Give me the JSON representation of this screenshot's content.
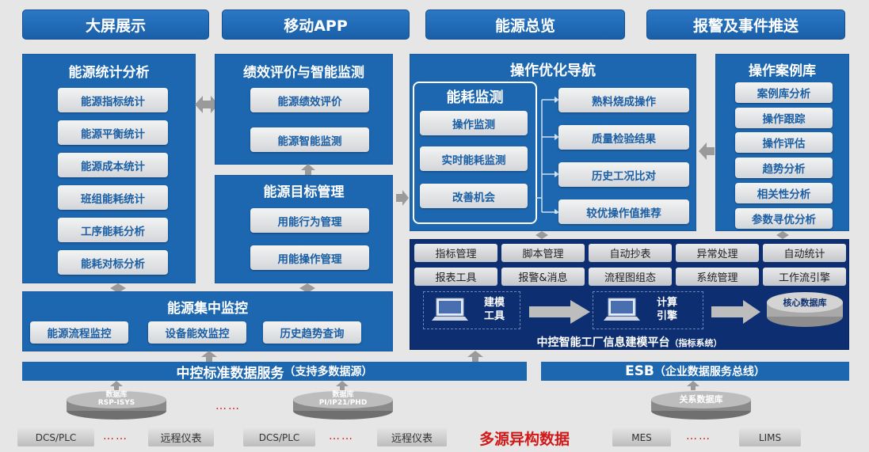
{
  "top_nav": [
    "大屏展示",
    "移动APP",
    "能源总览",
    "报警及事件推送"
  ],
  "energy_stats": {
    "title": "能源统计分析",
    "items": [
      "能源指标统计",
      "能源平衡统计",
      "能源成本统计",
      "班组能耗统计",
      "工序能耗分析",
      "能耗对标分析"
    ]
  },
  "performance": {
    "title": "绩效评价与智能监测",
    "items": [
      "能源绩效评价",
      "能源智能监测"
    ]
  },
  "target_mgmt": {
    "title": "能源目标管理",
    "items": [
      "用能行为管理",
      "用能操作管理"
    ]
  },
  "central_monitor": {
    "title": "能源集中监控",
    "items": [
      "能源流程监控",
      "设备能效监控",
      "历史趋势查询"
    ]
  },
  "op_nav": {
    "title": "操作优化导航",
    "energy_monitor": {
      "title": "能耗监测",
      "items": [
        "操作监测",
        "实时能耗监测",
        "改善机会"
      ]
    },
    "results": [
      "熟料烧成操作",
      "质量检验结果",
      "历史工况比对",
      "较优操作值推荐"
    ]
  },
  "case_lib": {
    "title": "操作案例库",
    "items": [
      "案例库分析",
      "操作跟踪",
      "操作评估",
      "趋势分析",
      "相关性分析",
      "参数寻优分析"
    ]
  },
  "platform": {
    "row1": [
      "指标管理",
      "脚本管理",
      "自动抄表",
      "异常处理",
      "自动统计"
    ],
    "row2": [
      "报表工具",
      "报警&消息",
      "流程图组态",
      "系统管理",
      "工作流引擎"
    ],
    "tool1": "建模\n工具",
    "tool2": "计算\n引擎",
    "core_db": "核心数据库",
    "title": "中控智能工厂信息建模平台",
    "title_note": "（指标系统）"
  },
  "data_service": {
    "title": "中控标准数据服务",
    "note": "（支持多数据源）"
  },
  "esb": {
    "title": "ESB",
    "note": "（企业数据服务总线）"
  },
  "databases": [
    {
      "label": "数据库",
      "sub": "RSP-ISYS"
    },
    {
      "label": "数据库",
      "sub": "PI/IP21/PHD"
    },
    {
      "label": "关系数据库",
      "sub": ""
    }
  ],
  "sources": [
    "DCS/PLC",
    "远程仪表",
    "DCS/PLC",
    "远程仪表",
    "MES",
    "LIMS"
  ],
  "ellipsis": "……",
  "multi_source_label": "多源异构数据",
  "colors": {
    "panel": "#1d67b0",
    "accent_text": "#1b5fa5",
    "platform": "#0d2f72",
    "highlight_text": "#d11919"
  }
}
